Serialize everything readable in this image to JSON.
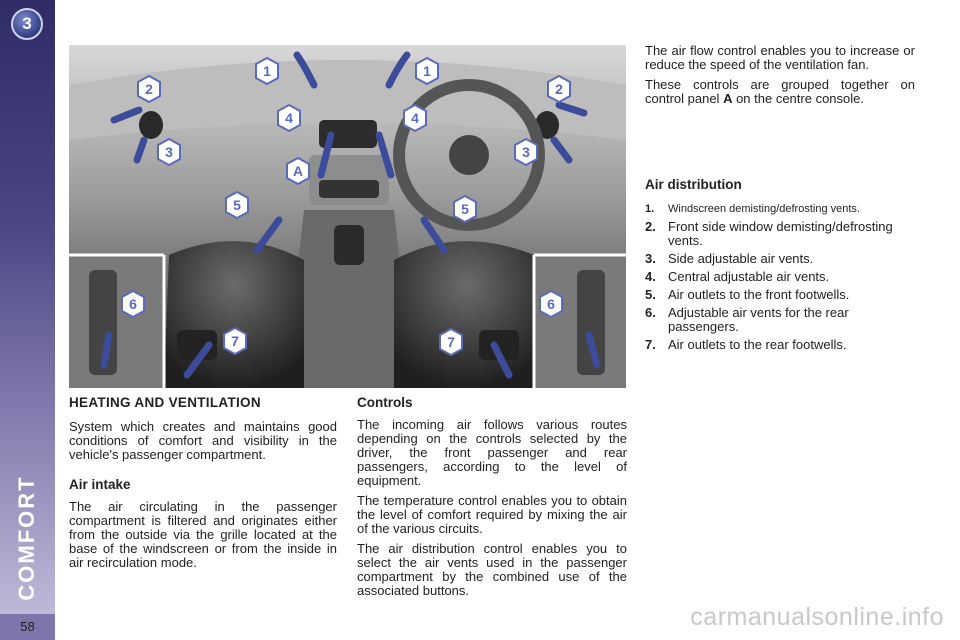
{
  "sidebar": {
    "chapter_number": "3",
    "chapter_title": "COMFORT",
    "page_number": "58"
  },
  "figure": {
    "callouts": [
      "1",
      "1",
      "2",
      "2",
      "3",
      "3",
      "4",
      "4",
      "A",
      "5",
      "5",
      "6",
      "6",
      "7",
      "7"
    ]
  },
  "heading": "HEATING AND VENTILATION",
  "intro": "System which creates and maintains good conditions of comfort and visibility in the vehicle's passenger compartment.",
  "air_intake": {
    "title": "Air intake",
    "text": "The air circulating in the passenger compartment is filtered and originates either from the outside via the grille located at the base of the windscreen or from the inside in air recirculation mode."
  },
  "controls": {
    "title": "Controls",
    "paragraphs": [
      "The incoming air follows various routes depending on the controls selected by the driver, the front passenger and rear passengers, according to the level of equipment.",
      "The temperature control enables you to obtain the level of comfort required by mixing the air of the various circuits.",
      "The air distribution control enables you to select the air vents used in the passenger compartment by the combined use of the associated buttons."
    ]
  },
  "right_column": {
    "para1": "The air flow control enables you to increase or reduce the speed of the ventilation fan.",
    "para2_before": "These controls are grouped together on control panel ",
    "para2_bold": "A",
    "para2_after": " on the centre console."
  },
  "air_distribution": {
    "title": "Air distribution",
    "items": [
      {
        "num": "1.",
        "text": "Windscreen demisting/defrosting vents."
      },
      {
        "num": "2.",
        "text": "Front side window demisting/defrosting vents."
      },
      {
        "num": "3.",
        "text": "Side adjustable air vents."
      },
      {
        "num": "4.",
        "text": "Central adjustable air vents."
      },
      {
        "num": "5.",
        "text": "Air outlets to the front footwells."
      },
      {
        "num": "6.",
        "text": "Adjustable air vents for the rear passengers."
      },
      {
        "num": "7.",
        "text": "Air outlets to the rear footwells."
      }
    ]
  },
  "watermark": "carmanualsonline.info",
  "colors": {
    "sidebar_dark": "#2f2c66",
    "sidebar_light": "#c6c1dd",
    "arrow_blue": "#3c4b9a",
    "callout_blue": "#5a6bb8"
  }
}
